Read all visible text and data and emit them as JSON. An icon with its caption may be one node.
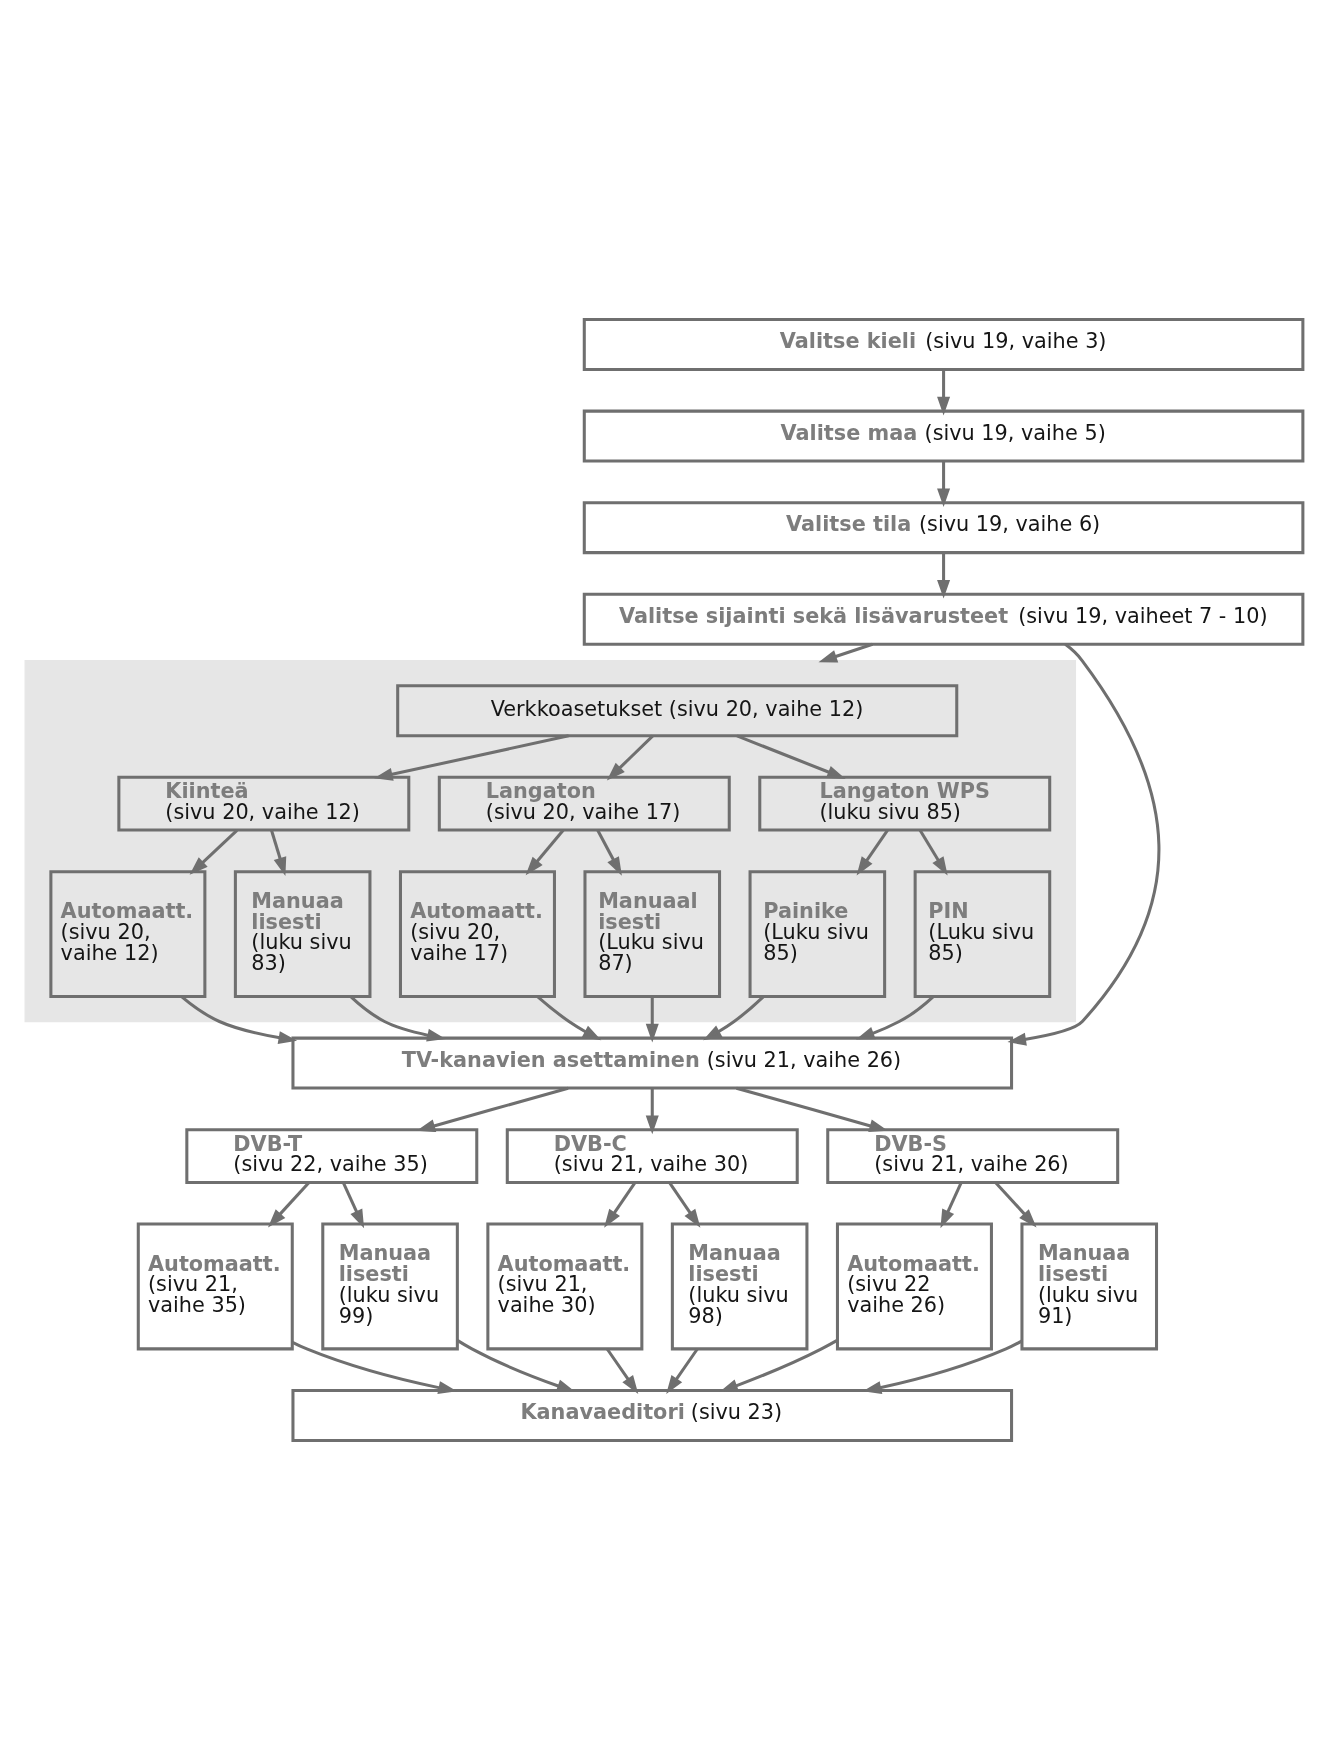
{
  "diagram": {
    "nodes": [
      {
        "text": [
          "**Valitse kieli** (sivu 19, vaihe 3)"
        ]
      },
      {
        "text": [
          "**Valitse maa** (sivu 19, vaihe 5)"
        ]
      },
      {
        "text": [
          "**Valitse tila** (sivu 19, vaihe 6)"
        ]
      },
      {
        "text": [
          "**Valitse sijainti sekä lisävarusteet** (sivu 19, vaiheet 7 - 10)"
        ]
      },
      {
        "text": [],
        "shape": "band"
      },
      {
        "text": [
          "Verkkoasetukset (sivu 20, vaihe 12)"
        ],
        "in": 4
      },
      {
        "text": [
          "Kiinteä",
          "(sivu 20, vaihe 12)"
        ],
        "in": 4
      },
      {
        "text": [
          "Langaton",
          "(sivu 20, vaihe 17)"
        ],
        "in": 4
      },
      {
        "text": [
          "Langaton WPS",
          "(luku sivu 85)"
        ],
        "in": 4
      },
      {
        "text": [
          "Automaatt.",
          "(sivu 20, vaihe 12)"
        ],
        "in": 4
      },
      {
        "text": [
          "Manuaa lisesti",
          "(luku sivu 83)"
        ],
        "in": 4
      },
      {
        "text": [
          "Automaatt.",
          "(sivu 20, vaihe 17)"
        ],
        "in": 4
      },
      {
        "text": [
          "Manuaal isesti",
          "(Luku sivu 87)"
        ],
        "in": 4
      },
      {
        "text": [
          "Painike",
          "(Luku sivu 85)"
        ],
        "in": 4
      },
      {
        "text": [
          "PIN",
          "(Luku sivu 85)"
        ],
        "in": 4
      },
      {
        "text": [
          "**TV-kanavien asettaminen** (sivu 21, vaihe 26)"
        ]
      },
      {
        "text": [
          "DVB-T",
          "(sivu 22, vaihe 35)"
        ]
      },
      {
        "text": [
          "DVB-C",
          "(sivu 21, vaihe 30)"
        ]
      },
      {
        "text": [
          "DVB-S",
          "(sivu 21, vaihe 26)"
        ]
      },
      {
        "text": [
          "Automaatt.",
          "(sivu 21, vaihe 35)"
        ]
      },
      {
        "text": [
          "Manuaa lisesti",
          "(luku sivu 99)"
        ]
      },
      {
        "text": [
          "Automaatt.",
          "(sivu 21, vaihe 30)"
        ]
      },
      {
        "text": [
          "Manuaa lisesti",
          "(luku sivu 98)"
        ]
      },
      {
        "text": [
          "Automaatt.",
          "(sivu 22 vaihe 26)"
        ]
      },
      {
        "text": [
          "Manuaa lisesti",
          "(luku sivu 91)"
        ]
      },
      {
        "text": [
          "**Kanavaeditori** (sivu 23)"
        ]
      }
    ],
    "edges": [
      {
        "from": 0,
        "to": 1,
        "arrow": "to"
      },
      {
        "from": 1,
        "to": 2,
        "arrow": "to"
      },
      {
        "from": 2,
        "to": 3,
        "arrow": "to"
      },
      {
        "from": 3,
        "to": 15,
        "arrow": "to"
      },
      {
        "from": 3,
        "to": 4,
        "arrow": "to"
      },
      {
        "from": 5,
        "to": 6,
        "arrow": "to"
      },
      {
        "from": 5,
        "to": 7,
        "arrow": "to"
      },
      {
        "from": 5,
        "to": 8,
        "arrow": "to"
      },
      {
        "from": 6,
        "to": 9,
        "arrow": "to"
      },
      {
        "from": 6,
        "to": 10,
        "arrow": "to"
      },
      {
        "from": 7,
        "to": 11,
        "arrow": "to"
      },
      {
        "from": 7,
        "to": 12,
        "arrow": "to"
      },
      {
        "from": 8,
        "to": 13,
        "arrow": "to"
      },
      {
        "from": 8,
        "to": 14,
        "arrow": "to"
      },
      {
        "from": 9,
        "to": 15,
        "arrow": "to"
      },
      {
        "from": 10,
        "to": 15,
        "arrow": "to"
      },
      {
        "from": 11,
        "to": 15,
        "arrow": "to"
      },
      {
        "from": 12,
        "to": 15,
        "arrow": "to"
      },
      {
        "from": 13,
        "to": 15,
        "arrow": "to"
      },
      {
        "from": 14,
        "to": 15,
        "arrow": "to"
      },
      {
        "from": 15,
        "to": 16,
        "arrow": "to"
      },
      {
        "from": 15,
        "to": 17,
        "arrow": "to"
      },
      {
        "from": 15,
        "to": 18,
        "arrow": "to"
      },
      {
        "from": 16,
        "to": 19,
        "arrow": "to"
      },
      {
        "from": 16,
        "to": 20,
        "arrow": "to"
      },
      {
        "from": 17,
        "to": 21,
        "arrow": "to"
      },
      {
        "from": 17,
        "to": 22,
        "arrow": "to"
      },
      {
        "from": 18,
        "to": 23,
        "arrow": "to"
      },
      {
        "from": 18,
        "to": 24,
        "arrow": "to"
      },
      {
        "from": 19,
        "to": 25,
        "arrow": "to"
      },
      {
        "from": 20,
        "to": 25,
        "arrow": "to"
      },
      {
        "from": 21,
        "to": 25,
        "arrow": "to"
      },
      {
        "from": 22,
        "to": 25,
        "arrow": "to"
      },
      {
        "from": 23,
        "to": 25,
        "arrow": "to"
      },
      {
        "from": 24,
        "to": 25,
        "arrow": "to"
      }
    ]
  }
}
